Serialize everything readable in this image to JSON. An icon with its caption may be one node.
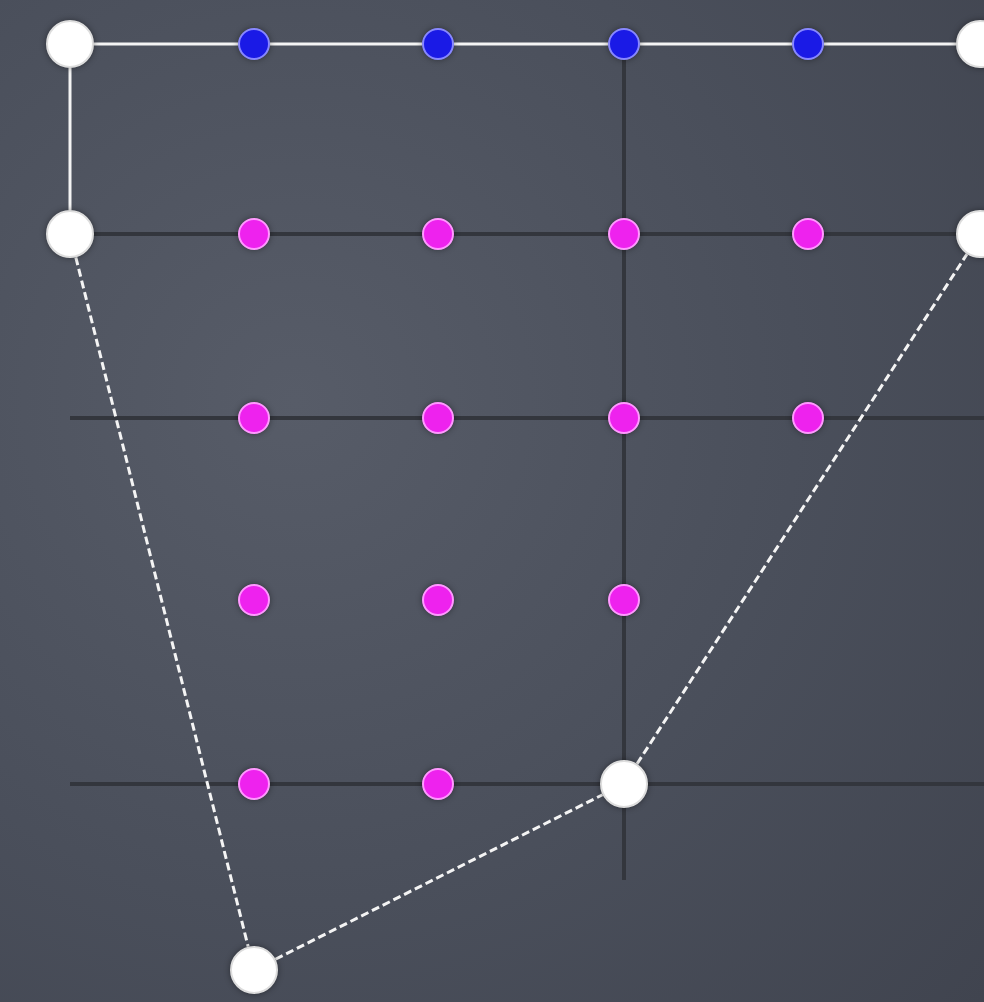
{
  "diagram": {
    "nodes": [
      {
        "text": [],
        "shape": "circle"
      },
      {
        "text": [],
        "shape": "circle"
      },
      {
        "text": [],
        "shape": "circle"
      },
      {
        "text": [],
        "shape": "circle"
      },
      {
        "text": [],
        "shape": "circle"
      },
      {
        "text": [],
        "shape": "circle"
      },
      {
        "text": [],
        "shape": "circle"
      },
      {
        "text": [],
        "shape": "circle"
      },
      {
        "text": [],
        "shape": "circle"
      },
      {
        "text": [],
        "shape": "circle"
      },
      {
        "text": [],
        "shape": "circle"
      },
      {
        "text": [],
        "shape": "circle"
      },
      {
        "text": [],
        "shape": "circle"
      },
      {
        "text": [],
        "shape": "circle"
      },
      {
        "text": [],
        "shape": "circle"
      },
      {
        "text": [],
        "shape": "circle"
      },
      {
        "text": [],
        "shape": "circle"
      },
      {
        "text": [],
        "shape": "circle"
      },
      {
        "text": [],
        "shape": "circle"
      },
      {
        "text": [],
        "shape": "circle"
      },
      {
        "text": [],
        "shape": "circle"
      },
      {
        "text": [],
        "shape": "circle"
      },
      {
        "text": [],
        "shape": "circle"
      }
    ],
    "edges": [
      {
        "from": 0,
        "to": 1,
        "arrow": "none"
      },
      {
        "from": 1,
        "to": 2,
        "arrow": "none"
      },
      {
        "from": 2,
        "to": 3,
        "arrow": "none"
      },
      {
        "from": 3,
        "to": 4,
        "arrow": "none"
      },
      {
        "from": 4,
        "to": 5,
        "arrow": "none"
      },
      {
        "from": 0,
        "to": 6,
        "arrow": "none"
      },
      {
        "from": 6,
        "to": 22,
        "arrow": "none",
        "style": "dashed"
      },
      {
        "from": 22,
        "to": 21,
        "arrow": "none",
        "style": "dashed"
      },
      {
        "from": 21,
        "to": 11,
        "arrow": "none",
        "style": "dashed"
      }
    ]
  }
}
